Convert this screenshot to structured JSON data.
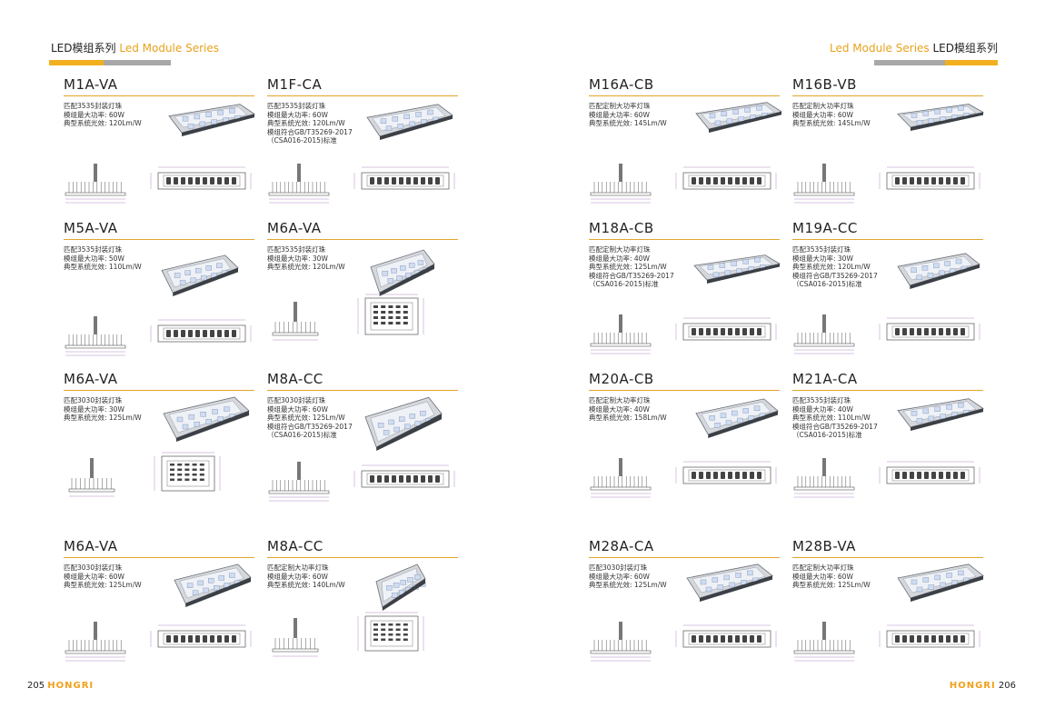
{
  "header_left": {
    "zh": "LED模组系列",
    "en": "Led Module Series"
  },
  "header_right": {
    "en": "Led Module Series",
    "zh": "LED模组系列"
  },
  "footer_left": {
    "page": "205",
    "brand": "HONGRI"
  },
  "footer_right": {
    "brand": "HONGRI",
    "page": "206"
  },
  "colors": {
    "accent": "#f2b01e",
    "gray": "#a8a8a8",
    "rule": "#e2a52a"
  },
  "products": [
    {
      "name": "M1A-VA",
      "specs": [
        "匹配3535封装灯珠",
        "模组最大功率: 60W",
        "典型系统光效: 120Lm/W"
      ]
    },
    {
      "name": "M1F-CA",
      "specs": [
        "匹配3535封装灯珠",
        "模组最大功率: 60W",
        "典型系统光效: 120Lm/W",
        "模组符合GB/T35269-2017",
        "（CSA016-2015)标准"
      ]
    },
    {
      "name": "M5A-VA",
      "specs": [
        "匹配3535封装灯珠",
        "模组最大功率: 50W",
        "典型系统光效: 110Lm/W"
      ]
    },
    {
      "name": "M6A-VA",
      "specs": [
        "匹配3535封装灯珠",
        "模组最大功率: 30W",
        "典型系统光效: 120Lm/W"
      ]
    },
    {
      "name": "M6A-VA",
      "specs": [
        "匹配3030封装灯珠",
        "模组最大功率: 30W",
        "典型系统光效: 125Lm/W"
      ]
    },
    {
      "name": "M8A-CC",
      "specs": [
        "匹配3030封装灯珠",
        "模组最大功率: 60W",
        "典型系统光效: 125Lm/W",
        "模组符合GB/T35269-2017",
        "（CSA016-2015)标准"
      ]
    },
    {
      "name": "M6A-VA",
      "specs": [
        "匹配3030封装灯珠",
        "模组最大功率: 60W",
        "典型系统光效: 125Lm/W"
      ]
    },
    {
      "name": "M8A-CC",
      "specs": [
        "匹配定制大功率灯珠",
        "模组最大功率: 60W",
        "典型系统光效: 140Lm/W"
      ]
    },
    {
      "name": "M16A-CB",
      "specs": [
        "匹配定制大功率灯珠",
        "模组最大功率: 60W",
        "典型系统光效: 145Lm/W"
      ]
    },
    {
      "name": "M16B-VB",
      "specs": [
        "匹配定制大功率灯珠",
        "模组最大功率: 60W",
        "典型系统光效: 145Lm/W"
      ]
    },
    {
      "name": "M18A-CB",
      "specs": [
        "匹配定制大功率灯珠",
        "模组最大功率: 40W",
        "典型系统光效: 125Lm/W",
        "模组符合GB/T35269-2017",
        "（CSA016-2015)标准"
      ]
    },
    {
      "name": "M19A-CC",
      "specs": [
        "匹配3535封装灯珠",
        "模组最大功率: 30W",
        "典型系统光效: 120Lm/W",
        "模组符合GB/T35269-2017",
        "（CSA016-2015)标准"
      ]
    },
    {
      "name": "M20A-CB",
      "specs": [
        "匹配定制大功率灯珠",
        "模组最大功率: 40W",
        "典型系统光效: 158Lm/W"
      ]
    },
    {
      "name": "M21A-CA",
      "specs": [
        "匹配3535封装灯珠",
        "模组最大功率: 40W",
        "典型系统光效: 110Lm/W",
        "模组符合GB/T35269-2017",
        "（CSA016-2015)标准"
      ]
    },
    {
      "name": "M28A-CA",
      "specs": [
        "匹配3030封装灯珠",
        "模组最大功率: 60W",
        "典型系统光效: 125Lm/W"
      ]
    },
    {
      "name": "M28B-VA",
      "specs": [
        "匹配定制大功率灯珠",
        "模组最大功率: 60W",
        "典型系统光效: 125Lm/W"
      ]
    }
  ]
}
